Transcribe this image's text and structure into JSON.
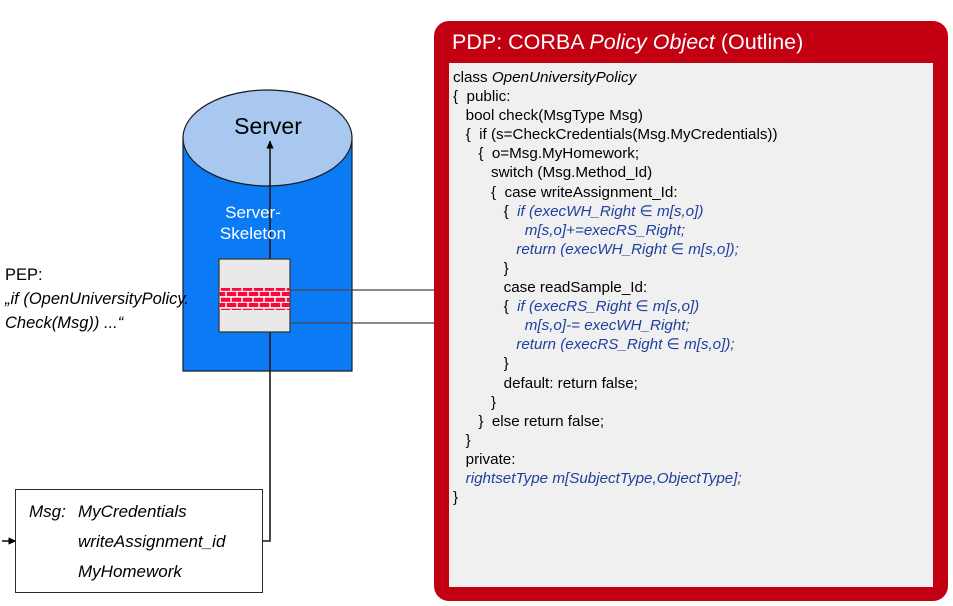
{
  "diagram": {
    "server": {
      "cylinder_label": "Server",
      "skeleton_label_line1": "Server-",
      "skeleton_label_line2": "Skeleton",
      "body_color": "#0A7AF5",
      "top_color": "#A8C8F0"
    },
    "pep": {
      "title": "PEP:",
      "line1": "„if (OpenUniversityPolicy.",
      "line2": "Check(Msg)) ...“"
    },
    "interceptor": {
      "name": "interceptor-brick-box",
      "fill": "#E9E9E9",
      "brick_color": "#F50A3C"
    },
    "message_box": {
      "label": "Msg:",
      "items": [
        "MyCredentials",
        "writeAssignment_id",
        "MyHomework"
      ]
    }
  },
  "pdp": {
    "title_plain1": "PDP: CORBA ",
    "title_italic": "Policy Object",
    "title_plain2": " (Outline)",
    "panel_color": "#C20012",
    "body_color": "#F0F0F0",
    "code_accent_color": "#1F3F9E",
    "code_lines": [
      [
        {
          "t": "class ",
          "s": "n"
        },
        {
          "t": "OpenUniversityPolicy",
          "s": "i"
        }
      ],
      [
        {
          "t": "{  public:",
          "s": "n"
        }
      ],
      [
        {
          "t": "   bool check(MsgType Msg)",
          "s": "n"
        }
      ],
      [
        {
          "t": "   {  if (s=CheckCredentials(Msg.MyCredentials))",
          "s": "n"
        }
      ],
      [
        {
          "t": "      {  o=Msg.MyHomework;",
          "s": "n"
        }
      ],
      [
        {
          "t": "         switch (Msg.Method_Id)",
          "s": "n"
        }
      ],
      [
        {
          "t": "         {  case writeAssignment_Id:",
          "s": "n"
        }
      ],
      [
        {
          "t": "            {  ",
          "s": "n"
        },
        {
          "t": "if (execWH_Right ∈ m[s,o])",
          "s": "b"
        }
      ],
      [
        {
          "t": "                 ",
          "s": "n"
        },
        {
          "t": "m[s,o]+=execRS_Right;",
          "s": "b"
        }
      ],
      [
        {
          "t": "               ",
          "s": "n"
        },
        {
          "t": "return (execWH_Right ∈ m[s,o]);",
          "s": "b"
        }
      ],
      [
        {
          "t": "            }",
          "s": "n"
        }
      ],
      [
        {
          "t": "            case readSample_Id:",
          "s": "n"
        }
      ],
      [
        {
          "t": "            {  ",
          "s": "n"
        },
        {
          "t": "if (execRS_Right ∈ m[s,o])",
          "s": "b"
        }
      ],
      [
        {
          "t": "                 ",
          "s": "n"
        },
        {
          "t": "m[s,o]-= execWH_Right;",
          "s": "b"
        }
      ],
      [
        {
          "t": "               ",
          "s": "n"
        },
        {
          "t": "return (execRS_Right ∈ m[s,o]);",
          "s": "b"
        }
      ],
      [
        {
          "t": "            }",
          "s": "n"
        }
      ],
      [
        {
          "t": "            default: return false;",
          "s": "n"
        }
      ],
      [
        {
          "t": "         }",
          "s": "n"
        }
      ],
      [
        {
          "t": "      }  else return false;",
          "s": "n"
        }
      ],
      [
        {
          "t": "   }",
          "s": "n"
        }
      ],
      [
        {
          "t": "   private:",
          "s": "n"
        }
      ],
      [
        {
          "t": "   ",
          "s": "n"
        },
        {
          "t": "rightsetType m[SubjectType,ObjectType];",
          "s": "b"
        }
      ],
      [
        {
          "t": "}",
          "s": "n"
        }
      ]
    ]
  }
}
